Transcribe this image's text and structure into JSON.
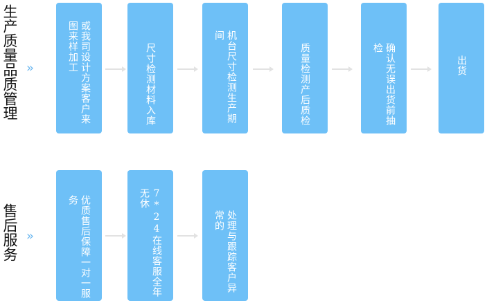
{
  "sections": [
    {
      "title": "生产质量品质管理",
      "chevron": "»",
      "steps": [
        "或我司设计方案客户来图来样加工",
        "尺寸检测材料入库",
        "机台尺寸检测生产期间",
        "质量检测产后质检",
        "确认无误出货前抽检",
        "出货"
      ]
    },
    {
      "title": "售后服务",
      "chevron": "»",
      "steps": [
        "优质售后保障一对一服务",
        "7*24在线客服全年无休",
        "处理与跟踪客户异常的"
      ]
    }
  ]
}
